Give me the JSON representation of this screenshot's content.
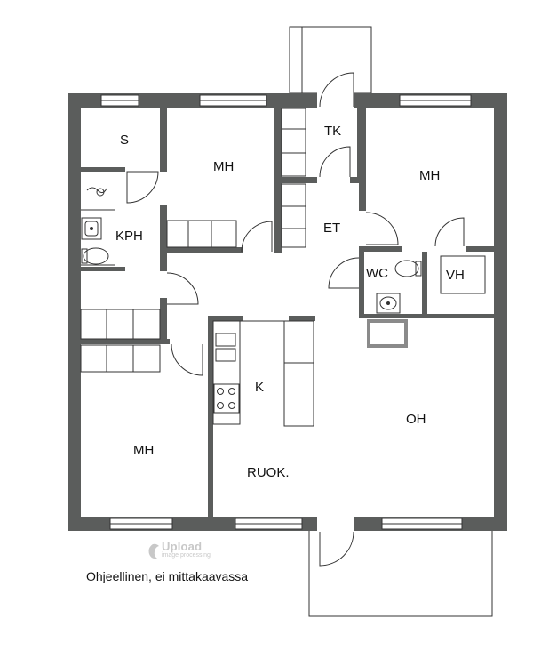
{
  "rooms": {
    "s": "S",
    "mh_top": "MH",
    "tk": "TK",
    "mh_right": "MH",
    "kph": "KPH",
    "et": "ET",
    "wc": "WC",
    "vh": "VH",
    "k": "K",
    "oh": "OH",
    "mh_bottom": "MH",
    "ruok": "RUOK."
  },
  "caption": "Ohjeellinen, ei mittakaavassa",
  "watermark": {
    "brand": "Upload",
    "tagline": "image processing"
  },
  "colors": {
    "wall": "#5b5d5c",
    "line": "#333333",
    "window": "#ffffff",
    "watermark": "#c8c8c8"
  }
}
